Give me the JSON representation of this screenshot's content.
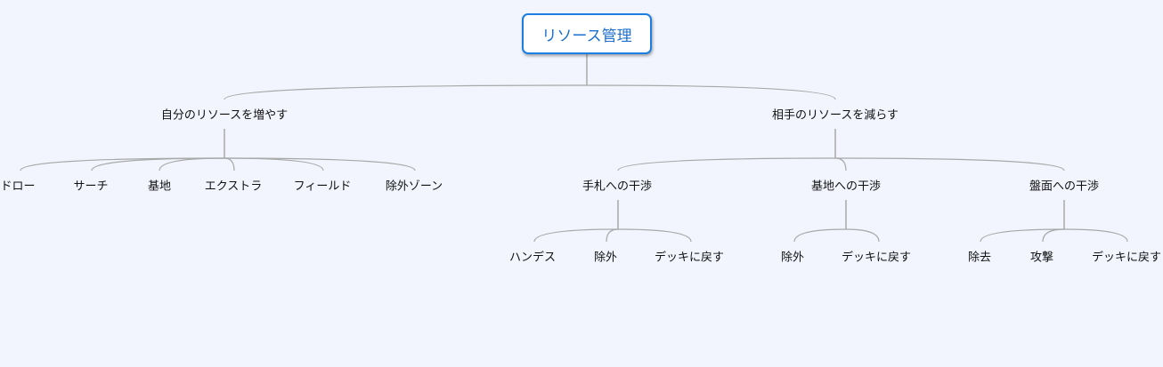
{
  "root": {
    "label": "リソース管理"
  },
  "branches": [
    {
      "label": "自分のリソースを増やす",
      "children": [
        {
          "label": "ドロー"
        },
        {
          "label": "サーチ"
        },
        {
          "label": "基地"
        },
        {
          "label": "エクストラ"
        },
        {
          "label": "フィールド"
        },
        {
          "label": "除外ゾーン"
        }
      ]
    },
    {
      "label": "相手のリソースを減らす",
      "children": [
        {
          "label": "手札への干渉",
          "children": [
            {
              "label": "ハンデス"
            },
            {
              "label": "除外"
            },
            {
              "label": "デッキに戻す"
            }
          ]
        },
        {
          "label": "基地への干渉",
          "children": [
            {
              "label": "除外"
            },
            {
              "label": "デッキに戻す"
            }
          ]
        },
        {
          "label": "盤面への干渉",
          "children": [
            {
              "label": "除去"
            },
            {
              "label": "攻撃"
            },
            {
              "label": "デッキに戻す"
            }
          ]
        }
      ]
    }
  ],
  "colors": {
    "accent": "#1a7fe0",
    "line": "#a8a8a8",
    "background": "#f2f5fe"
  }
}
